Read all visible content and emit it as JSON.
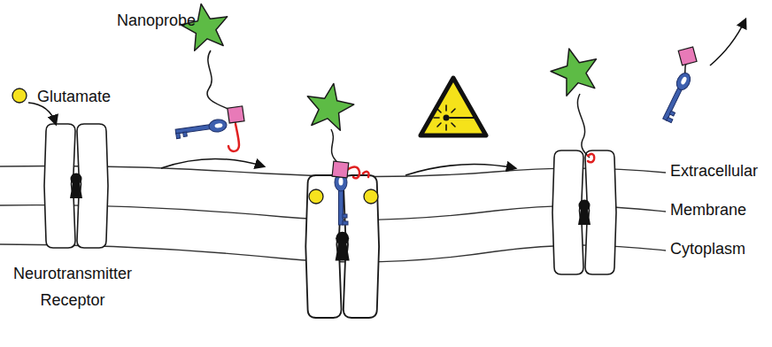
{
  "diagram": {
    "labels": [
      "Nanoprobe",
      "Glutamate",
      "Neurotransmitter Receptor",
      "Extracellular",
      "Membrane",
      "Cytoplasm"
    ]
  }
}
